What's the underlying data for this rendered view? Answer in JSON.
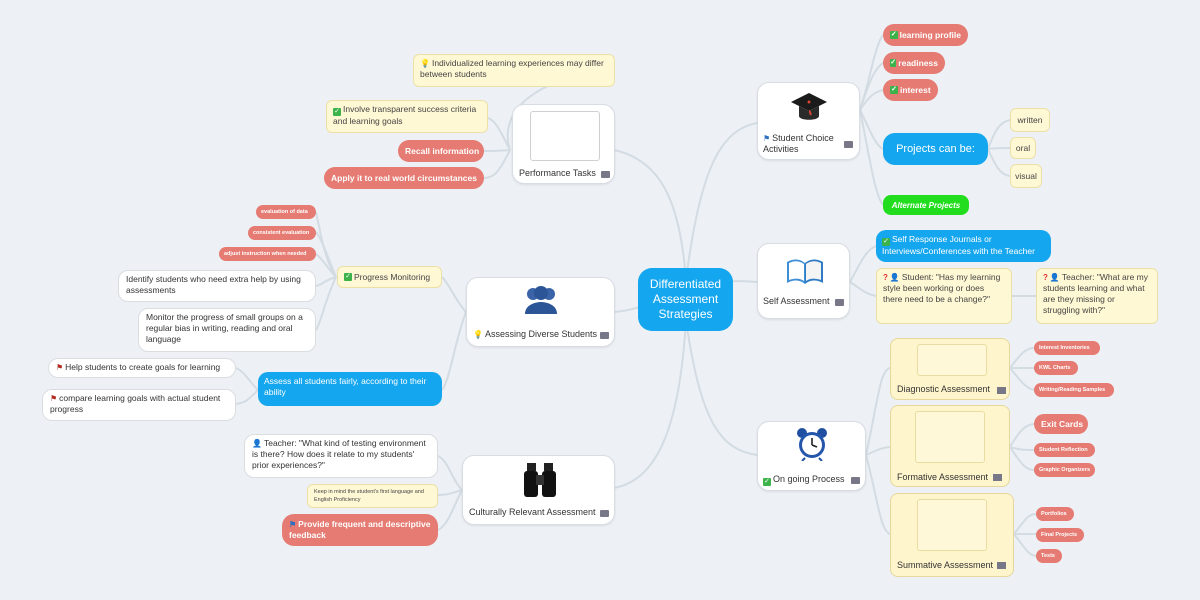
{
  "root": {
    "title": "Differentiated Assessment Strategies"
  },
  "left": {
    "performance_tasks": {
      "label": "Performance Tasks",
      "note": "Individualized learning experiences may differ between students",
      "criteria": "Involve transparent success criteria and learning goals",
      "recall": "Recall information",
      "apply": "Apply it to real world circumstances"
    },
    "assessing_diverse": {
      "label": "Assessing Diverse Students",
      "progress_monitoring": "Progress Monitoring",
      "small_tags": [
        "evaluation of data",
        "consistent evaluation",
        "adjust instruction when needed"
      ],
      "identify": "Identify students who need extra help by using assessments",
      "monitor": "Monitor the progress of small groups on a regular bias in writing, reading and oral language",
      "assess_fairly": "Assess all students fairly, according to their ability",
      "goals": "Help students to create goals for learning",
      "compare": "compare learning goals with actual student progress"
    },
    "culturally_relevant": {
      "label": "Culturally Relevant Assessment",
      "teacher_question": "Teacher: \"What kind of testing environment is there? How does it relate to my students' prior experiences?\"",
      "keep_in_mind": "Keep in mind the student's first language and English Proficiency",
      "feedback": "Provide frequent and descriptive feedback"
    }
  },
  "right": {
    "student_choice": {
      "label": "Student Choice Activities",
      "items": [
        "learning profile",
        "readiness",
        "interest"
      ],
      "projects": "Projects can be:",
      "project_types": [
        "written",
        "oral",
        "visual"
      ],
      "alternate": "Alternate Projects"
    },
    "self_assessment": {
      "label": "Self Assessment",
      "journals": "Self Response Journals or Interviews/Conferences with the Teacher",
      "student_q": "Student: \"Has my learning style been working or does there need to be a change?\"",
      "teacher_q": "Teacher: \"What are my students learning and what are they missing or struggling with?\""
    },
    "ongoing": {
      "label": "On going Process",
      "diagnostic": {
        "label": "Diagnostic Assessment",
        "items": [
          "Interest Inventories",
          "KWL Charts",
          "Writing/Reading Samples"
        ]
      },
      "formative": {
        "label": "Formative Assessment",
        "items": [
          "Exit Cards",
          "Student Reflection",
          "Graphic Organizers"
        ]
      },
      "summative": {
        "label": "Summative Assessment",
        "items": [
          "Portfolios",
          "Final Projects",
          "Tests"
        ]
      }
    }
  },
  "colors": {
    "root_blue": "#14a6ee",
    "red_tag": "#e57b72",
    "green_tag": "#22dd1e",
    "note_yellow": "#fff8d4"
  },
  "icons": [
    "graduation-cap-icon",
    "book-icon",
    "alarm-clock-icon",
    "people-icon",
    "binoculars-icon",
    "image-icon",
    "checkbox-icon",
    "flag-icon",
    "question-icon",
    "person-icon",
    "lightbulb-icon"
  ]
}
